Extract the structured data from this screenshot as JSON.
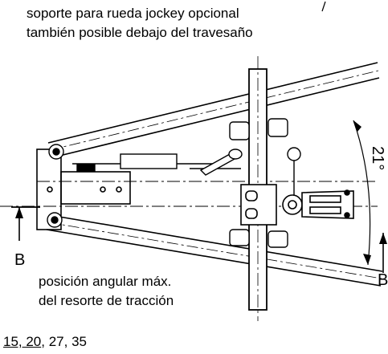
{
  "annotations": {
    "top_line1": "soporte para rueda jockey opcional",
    "top_line2": "también posible debajo del travesaño",
    "bottom_line1": "posición angular máx.",
    "bottom_line2": "del resorte de tracción",
    "angle": "21°",
    "section_left": "B",
    "section_right": "B"
  },
  "page_refs": {
    "underlined": "15, 20",
    "rest": ", 27, 35"
  }
}
